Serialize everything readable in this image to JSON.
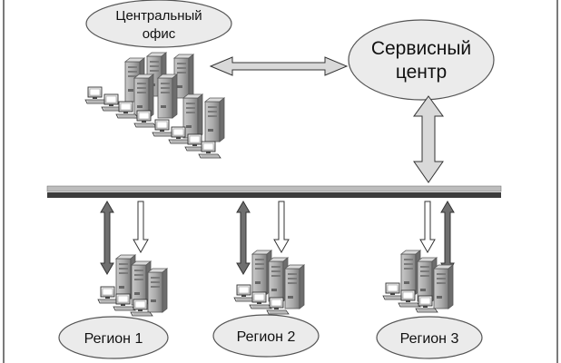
{
  "nodes": {
    "central_office": {
      "line1": "Центральный",
      "line2": "офис"
    },
    "service_center": {
      "line1": "Сервисный",
      "line2": "центр"
    },
    "region_1": {
      "label": "Регион 1"
    },
    "region_2": {
      "label": "Регион 2"
    },
    "region_3": {
      "label": "Регион 3"
    }
  },
  "colors": {
    "ellipse_fill": "#ebebeb",
    "ellipse_stroke": "#555555",
    "arrow_fill": "#d9d9d9",
    "arrow_dark_fill": "#6f6f6f",
    "bus_dark": "#3c3c3c",
    "bus_light": "#bdbdbd",
    "frame": "#222222"
  }
}
